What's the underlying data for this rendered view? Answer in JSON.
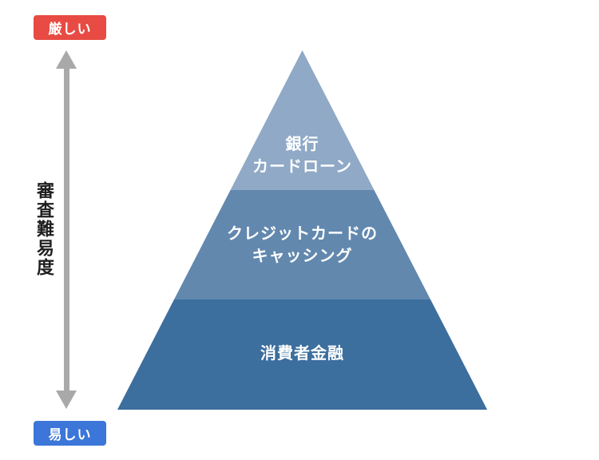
{
  "axis": {
    "label": "審査難易度",
    "top_badge": {
      "label": "厳しい",
      "color": "#E74B43"
    },
    "bottom_badge": {
      "label": "易しい",
      "color": "#3B76D8"
    },
    "arrow_color": "#A9A9A9"
  },
  "pyramid": {
    "tiers": [
      {
        "name": "bank-card-loan",
        "color": "#8FA9C6",
        "lines": [
          "銀行",
          "カードローン"
        ]
      },
      {
        "name": "credit-card-cashing",
        "color": "#6288AE",
        "lines": [
          "クレジットカードの",
          "キャッシング"
        ]
      },
      {
        "name": "consumer-finance",
        "color": "#3C6E9E",
        "lines": [
          "消費者金融"
        ]
      }
    ]
  },
  "chart_data": {
    "type": "pyramid",
    "title": "",
    "axis_label": "審査難易度",
    "axis_top": "厳しい",
    "axis_bottom": "易しい",
    "levels_top_to_bottom": [
      "銀行カードローン",
      "クレジットカードのキャッシング",
      "消費者金融"
    ],
    "colors_top_to_bottom": [
      "#8FA9C6",
      "#6288AE",
      "#3C6E9E"
    ]
  }
}
